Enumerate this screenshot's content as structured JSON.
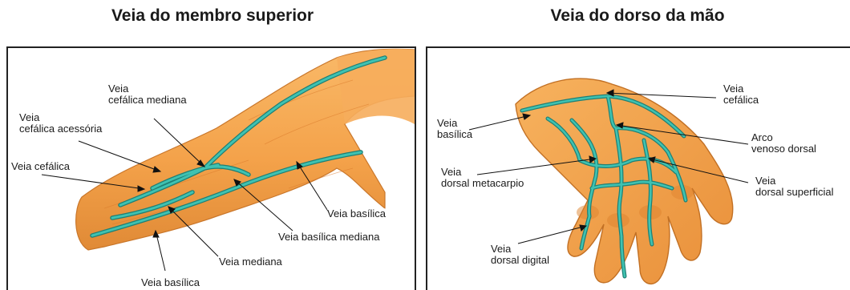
{
  "titles": {
    "left": "Veia do membro superior",
    "right": "Veia do dorso da mão"
  },
  "left_labels": {
    "cefalica_mediana": [
      "Veia",
      "cefálica mediana"
    ],
    "cefalica_acessoria": [
      "Veia",
      "cefálica acessória"
    ],
    "cefalica": [
      "Veia cefálica"
    ],
    "basilica_right": [
      "Veia basílica"
    ],
    "basilica_mediana": [
      "Veia basílica mediana"
    ],
    "mediana": [
      "Veia mediana"
    ],
    "basilica_bottom": [
      "Veia basílica"
    ]
  },
  "right_labels": {
    "cefalica": [
      "Veia",
      "cefálica"
    ],
    "basilica": [
      "Veia",
      "basílica"
    ],
    "arco_venoso": [
      "Arco",
      "venoso dorsal"
    ],
    "dorsal_metacarpio": [
      "Veia",
      "dorsal metacarpio"
    ],
    "dorsal_superficial": [
      "Veia",
      "dorsal superficial"
    ],
    "dorsal_digital": [
      "Veia",
      "dorsal digital"
    ]
  },
  "colors": {
    "skin": "#f4a650",
    "skin_dark": "#e0852e",
    "vein": "#35b8a8",
    "vein_outline": "#1f7f74",
    "frame": "#222222"
  }
}
